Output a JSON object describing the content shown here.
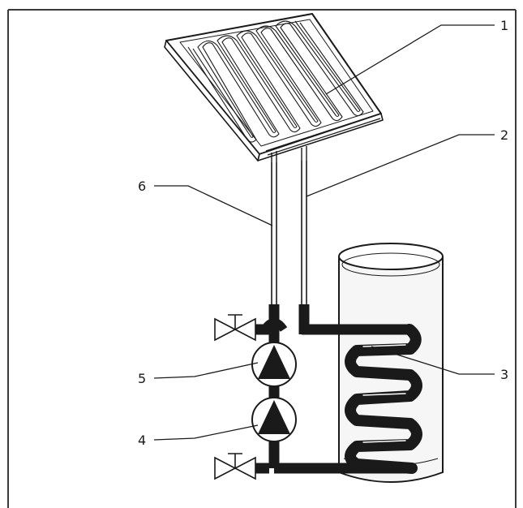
{
  "callouts": [
    {
      "id": "1",
      "label": "1",
      "part": "solar-collector"
    },
    {
      "id": "2",
      "label": "2",
      "part": "flow-pipe"
    },
    {
      "id": "3",
      "label": "3",
      "part": "heat-exchanger-coil"
    },
    {
      "id": "4",
      "label": "4",
      "part": "lower-pump"
    },
    {
      "id": "5",
      "label": "5",
      "part": "upper-pump"
    },
    {
      "id": "6",
      "label": "6",
      "part": "return-pipe"
    }
  ],
  "colors": {
    "line": "#1a1a1a",
    "frame": "#3a3a3a",
    "tank_fill": "#f6f6f6"
  }
}
